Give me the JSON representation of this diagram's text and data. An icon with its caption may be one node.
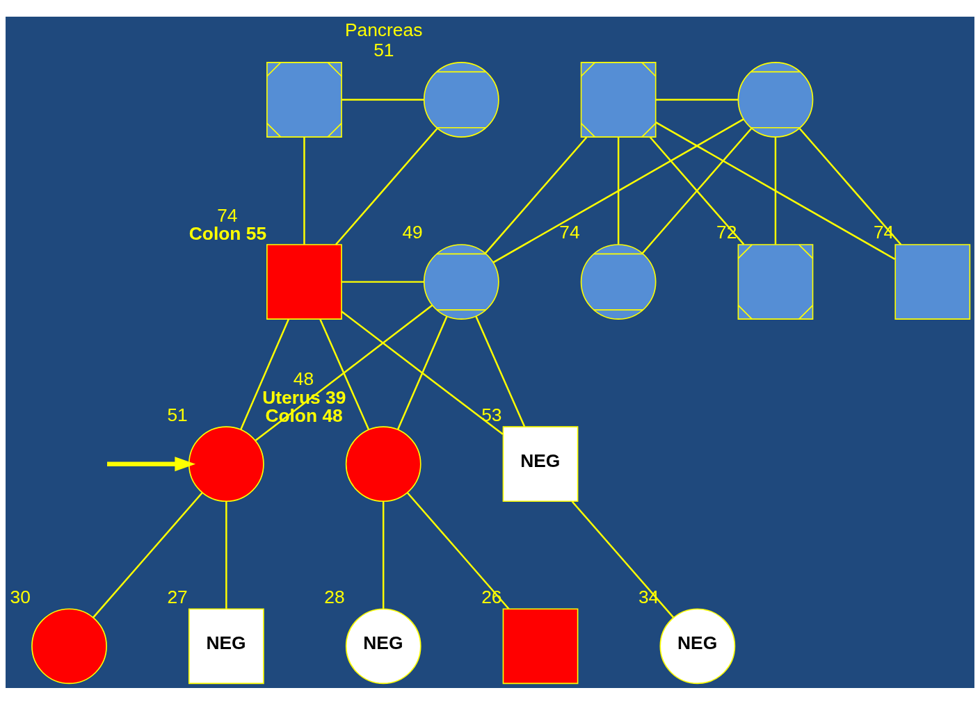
{
  "diagram": {
    "nodes": [
      {
        "text": [],
        "shape": "box"
      },
      {
        "text": [],
        "shape": "circle",
        "beside": [
          "Pancreas",
          "51"
        ]
      },
      {
        "text": [],
        "shape": "box"
      },
      {
        "text": [],
        "shape": "circle"
      },
      {
        "text": [],
        "shape": "box",
        "beside": [
          "74",
          "Colon 55"
        ]
      },
      {
        "text": [],
        "shape": "circle",
        "beside": [
          "49"
        ]
      },
      {
        "text": [],
        "shape": "circle",
        "beside": [
          "74"
        ]
      },
      {
        "text": [],
        "shape": "box",
        "beside": [
          "72"
        ]
      },
      {
        "text": [],
        "shape": "box",
        "beside": [
          "74"
        ]
      },
      {
        "text": [],
        "shape": "circle",
        "beside": [
          "51"
        ]
      },
      {
        "text": [],
        "shape": "circle",
        "beside": [
          "48",
          "Uterus 39",
          "Colon 48"
        ]
      },
      {
        "text": [
          "NEG"
        ],
        "beside": [
          "53"
        ]
      },
      {
        "text": [],
        "shape": "circle",
        "beside": [
          "30"
        ]
      },
      {
        "text": [
          "NEG"
        ],
        "beside": [
          "27"
        ]
      },
      {
        "text": [
          "NEG"
        ],
        "beside": [
          "28"
        ]
      },
      {
        "text": [],
        "shape": "box",
        "beside": [
          "26"
        ]
      },
      {
        "text": [
          "NEG"
        ],
        "beside": [
          "34"
        ]
      }
    ],
    "edges": [
      {
        "from": 0,
        "to": 1,
        "arrow": "none"
      },
      {
        "from": 2,
        "to": 3,
        "arrow": "none"
      },
      {
        "from": 0,
        "to": 4,
        "arrow": "none"
      },
      {
        "from": 1,
        "to": 4,
        "arrow": "none"
      },
      {
        "from": 2,
        "to": 5,
        "arrow": "none"
      },
      {
        "from": 2,
        "to": 6,
        "arrow": "none"
      },
      {
        "from": 2,
        "to": 7,
        "arrow": "none"
      },
      {
        "from": 2,
        "to": 8,
        "arrow": "none"
      },
      {
        "from": 3,
        "to": 5,
        "arrow": "none"
      },
      {
        "from": 3,
        "to": 6,
        "arrow": "none"
      },
      {
        "from": 3,
        "to": 7,
        "arrow": "none"
      },
      {
        "from": 3,
        "to": 8,
        "arrow": "none"
      },
      {
        "from": 4,
        "to": 5,
        "arrow": "none"
      },
      {
        "from": 4,
        "to": 9,
        "arrow": "none"
      },
      {
        "from": 4,
        "to": 10,
        "arrow": "none"
      },
      {
        "from": 4,
        "to": 11,
        "arrow": "none"
      },
      {
        "from": 5,
        "to": 9,
        "arrow": "none"
      },
      {
        "from": 5,
        "to": 10,
        "arrow": "none"
      },
      {
        "from": 5,
        "to": 11,
        "arrow": "none"
      },
      {
        "from": 9,
        "to": 12,
        "arrow": "none"
      },
      {
        "from": 9,
        "to": 13,
        "arrow": "none"
      },
      {
        "from": 10,
        "to": 14,
        "arrow": "none"
      },
      {
        "from": 10,
        "to": 15,
        "arrow": "none"
      },
      {
        "from": 11,
        "to": 16,
        "arrow": "none"
      },
      {
        "from": null,
        "to": 9,
        "arrow": "to",
        "style": "thick"
      }
    ]
  }
}
